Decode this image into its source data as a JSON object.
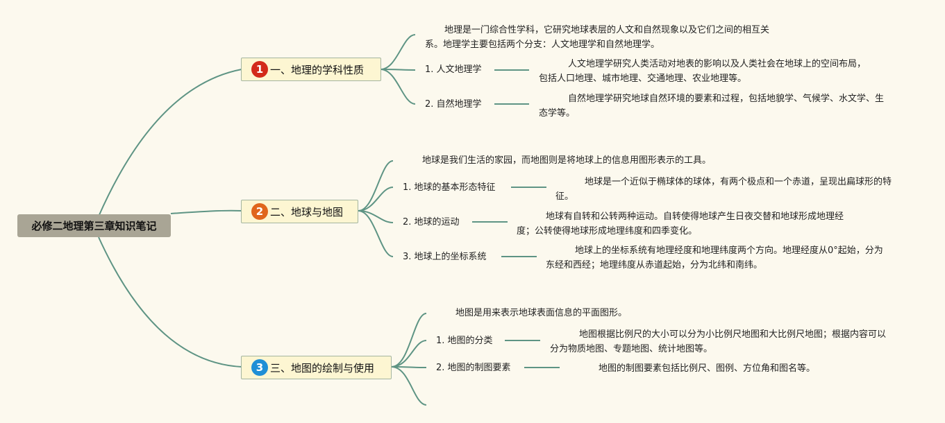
{
  "root": {
    "title": "必修二地理第三章知识笔记"
  },
  "branches": [
    {
      "number": "1",
      "badge_color": "#d32a1a",
      "title": "一、地理的学科性质",
      "intro": "地理是一门综合性学科，它研究地球表层的人文和自然现象以及它们之间的相互关系。地理学主要包括两个分支：人文地理学和自然地理学。",
      "items": [
        {
          "label": "1. 人文地理学",
          "desc": "人文地理学研究人类活动对地表的影响以及人类社会在地球上的空间布局，包括人口地理、城市地理、交通地理、农业地理等。"
        },
        {
          "label": "2. 自然地理学",
          "desc": "自然地理学研究地球自然环境的要素和过程，包括地貌学、气候学、水文学、生态学等。"
        }
      ]
    },
    {
      "number": "2",
      "badge_color": "#e0661c",
      "title": "二、地球与地图",
      "intro": "地球是我们生活的家园，而地图则是将地球上的信息用图形表示的工具。",
      "items": [
        {
          "label": "1. 地球的基本形态特征",
          "desc": "地球是一个近似于椭球体的球体，有两个极点和一个赤道，呈现出扁球形的特征。"
        },
        {
          "label": "2. 地球的运动",
          "desc": "地球有自转和公转两种运动。自转使得地球产生日夜交替和地球形成地理经度；公转使得地球形成地理纬度和四季变化。"
        },
        {
          "label": "3. 地球上的坐标系统",
          "desc": "地球上的坐标系统有地理经度和地理纬度两个方向。地理经度从0°起始，分为东经和西经；地理纬度从赤道起始，分为北纬和南纬。"
        }
      ]
    },
    {
      "number": "3",
      "badge_color": "#1f8fd6",
      "title": "三、地图的绘制与使用",
      "intro": "地图是用来表示地球表面信息的平面图形。",
      "items": [
        {
          "label": "1. 地图的分类",
          "desc": "地图根据比例尺的大小可以分为小比例尺地图和大比例尺地图；根据内容可以分为物质地图、专题地图、统计地图等。"
        },
        {
          "label": "2. 地图的制图要素",
          "desc": "地图的制图要素包括比例尺、图例、方位角和图名等。"
        }
      ]
    }
  ],
  "colors": {
    "connector": "#5e9484",
    "background": "#fcf9ee"
  }
}
